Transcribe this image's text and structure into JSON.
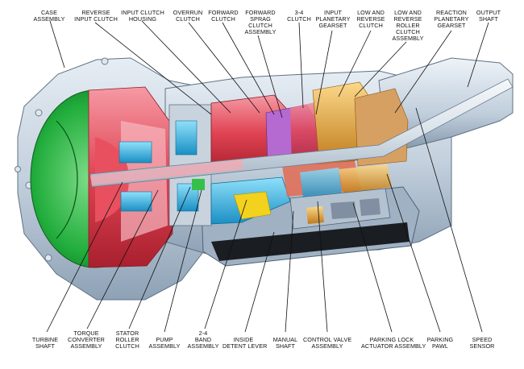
{
  "top_labels": [
    {
      "id": "case-assembly",
      "lines": [
        "CASE",
        "ASSEMBLY"
      ]
    },
    {
      "id": "reverse-input-clutch",
      "lines": [
        "REVERSE",
        "INPUT CLUTCH"
      ]
    },
    {
      "id": "input-clutch-housing",
      "lines": [
        "INPUT CLUTCH",
        "HOUSING"
      ]
    },
    {
      "id": "overrun-clutch",
      "lines": [
        "OVERRUN",
        "CLUTCH"
      ]
    },
    {
      "id": "forward-clutch",
      "lines": [
        "FORWARD",
        "CLUTCH"
      ]
    },
    {
      "id": "forward-sprag-clutch-assembly",
      "lines": [
        "FORWARD",
        "SPRAG",
        "CLUTCH",
        "ASSEMBLY"
      ]
    },
    {
      "id": "3-4-clutch",
      "lines": [
        "3-4",
        "CLUTCH"
      ]
    },
    {
      "id": "input-planetary-gearset",
      "lines": [
        "INPUT",
        "PLANETARY",
        "GEARSET"
      ]
    },
    {
      "id": "low-and-reverse-clutch",
      "lines": [
        "LOW AND",
        "REVERSE",
        "CLUTCH"
      ]
    },
    {
      "id": "low-and-reverse-roller-clutch-assembly",
      "lines": [
        "LOW AND",
        "REVERSE",
        "ROLLER",
        "CLUTCH",
        "ASSEMBLY"
      ]
    },
    {
      "id": "reaction-planetary-gearset",
      "lines": [
        "REACTION",
        "PLANETARY",
        "GEARSET"
      ]
    },
    {
      "id": "output-shaft",
      "lines": [
        "OUTPUT",
        "SHAFT"
      ]
    }
  ],
  "bottom_labels": [
    {
      "id": "turbine-shaft",
      "lines": [
        "TURBINE",
        "SHAFT"
      ]
    },
    {
      "id": "torque-converter-assembly",
      "lines": [
        "TORQUE",
        "CONVERTER",
        "ASSEMBLY"
      ]
    },
    {
      "id": "stator-roller-clutch",
      "lines": [
        "STATOR",
        "ROLLER",
        "CLUTCH"
      ]
    },
    {
      "id": "pump-assembly",
      "lines": [
        "PUMP",
        "ASSEMBLY"
      ]
    },
    {
      "id": "2-4-band-assembly",
      "lines": [
        "2-4",
        "BAND",
        "ASSEMBLY"
      ]
    },
    {
      "id": "inside-detent-lever",
      "lines": [
        "INSIDE",
        "DETENT LEVER"
      ]
    },
    {
      "id": "manual-shaft",
      "lines": [
        "MANUAL",
        "SHAFT"
      ]
    },
    {
      "id": "control-valve-assembly",
      "lines": [
        "CONTROL VALVE",
        "ASSEMBLY"
      ]
    },
    {
      "id": "parking-lock-actuator-assembly",
      "lines": [
        "PARKING LOCK",
        "ACTUATOR ASSEMBLY"
      ]
    },
    {
      "id": "parking-pawl",
      "lines": [
        "PARKING",
        "PAWL"
      ]
    },
    {
      "id": "speed-sensor",
      "lines": [
        "SPEED",
        "SENSOR"
      ]
    }
  ],
  "colors": {
    "case": "#cdd8e4",
    "case_shadow": "#8fa3b8",
    "converter_green": "#1fae3c",
    "clutch_red": "#e0404f",
    "clutch_pink": "#f08a96",
    "band_blue": "#35b8e6",
    "band_yellow": "#f2d21c",
    "gear_gold": "#e7a43a",
    "purple": "#9a5cc0",
    "shaft": "#e9eef3",
    "leader": "#111111"
  }
}
